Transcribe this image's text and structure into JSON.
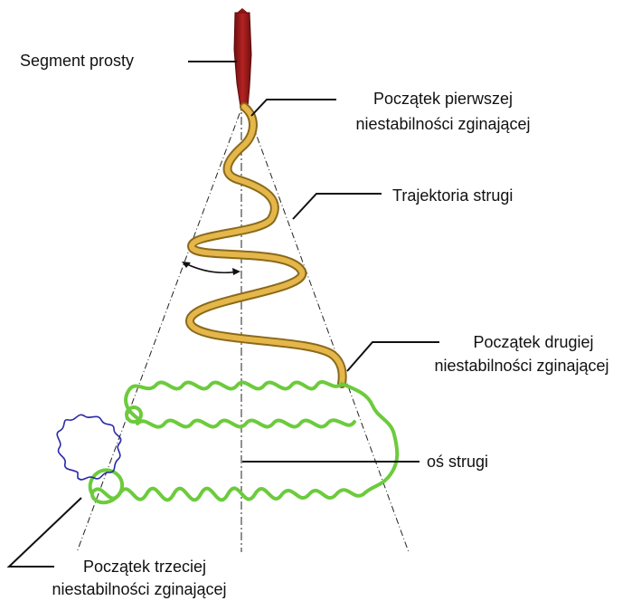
{
  "labels": {
    "segment": "Segment prosty",
    "first_1": "Początek pierwszej",
    "first_2": "niestabilności zginającej",
    "trajectory": "Trajektoria strugi",
    "second_1": "Początek drugiej",
    "second_2": "niestabilności zginającej",
    "axis": "oś strugi",
    "third_1": "Początek trzeciej",
    "third_2": "niestabilności zginającej"
  },
  "colors": {
    "straight_segment": "#a01c1c",
    "first_helix": "#d9a73a",
    "second_helix": "#7fd14a",
    "third_helix": "#2a2aa8",
    "lines": "#111111"
  }
}
